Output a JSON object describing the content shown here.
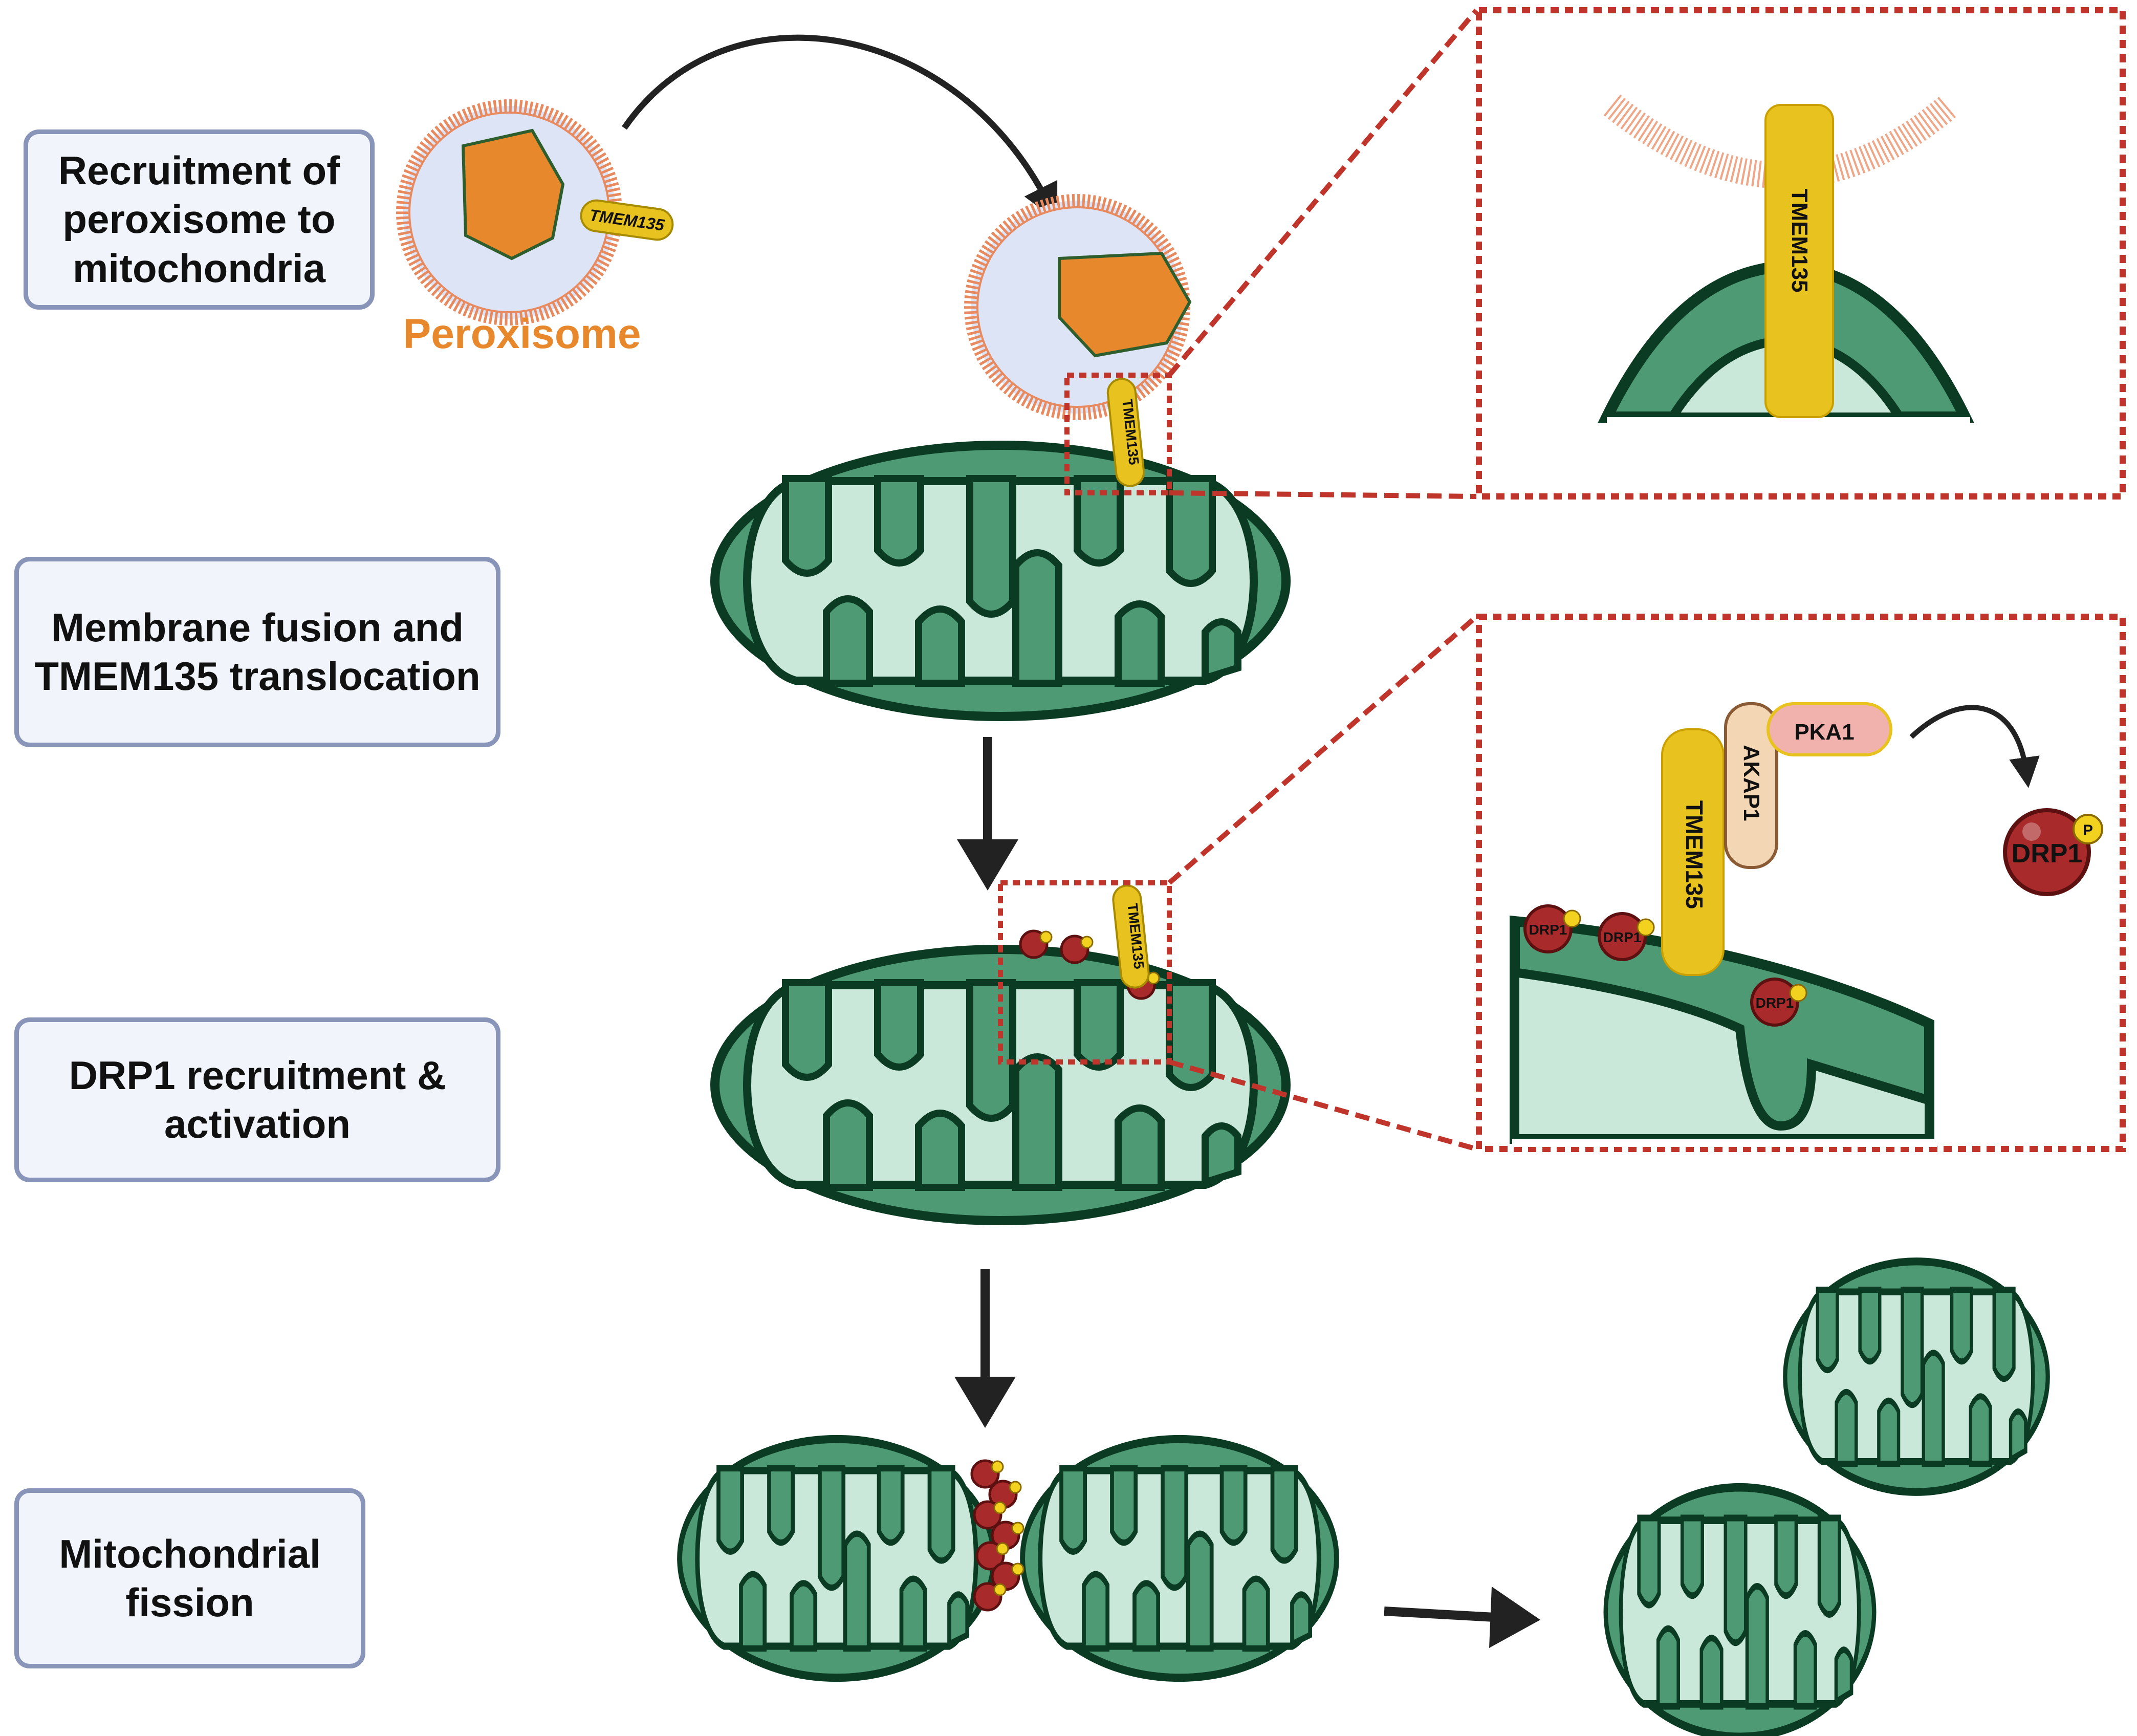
{
  "steps": [
    {
      "line1": "Recruitment of",
      "line2": "peroxisome to",
      "line3": "mitochondria"
    },
    {
      "line1": "Membrane fusion and",
      "line2": "TMEM135 translocation"
    },
    {
      "line1": "DRP1 recruitment &",
      "line2": "activation"
    },
    {
      "line1": "Mitochondrial",
      "line2": "fission"
    }
  ],
  "labels": {
    "peroxisome": "Peroxisome",
    "tmem135": "TMEM135",
    "akap1": "AKAP1",
    "pka1": "PKA1",
    "drp1": "DRP1",
    "phospho": "P"
  },
  "colors": {
    "peroxisome_orange": "#e8882c",
    "membrane_orange": "#e78a60",
    "mito_outer": "#4e9a75",
    "mito_matrix": "#c9e8d9",
    "mito_edge": "#0b3b22",
    "tmem135_yellow": "#e8c21e",
    "drp1_red": "#a82a2a",
    "inset_border": "#c0352b",
    "akap1_tan": "#f3d6b4",
    "pka1_pink": "#f1b1ad",
    "box_border": "#8894b8",
    "box_fill": "#f1f5fb"
  }
}
